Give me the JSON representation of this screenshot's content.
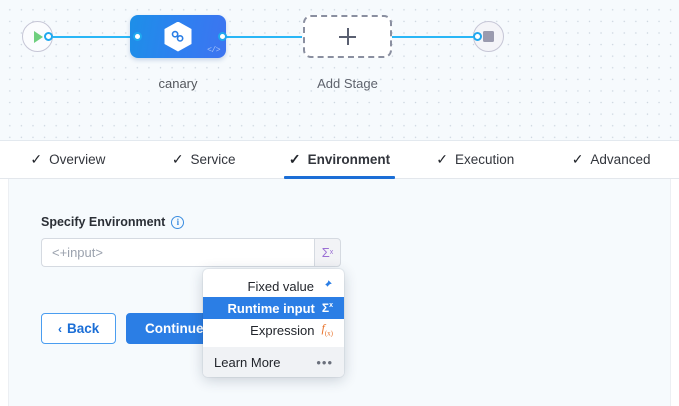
{
  "canvas": {
    "start_node": {
      "icon": "play-icon"
    },
    "end_node": {
      "icon": "stop-icon"
    },
    "stage": {
      "label": "canary",
      "icon": "service-hexagon-icon",
      "code_glyph": "</>"
    },
    "add_stage": {
      "label": "Add Stage",
      "icon": "plus-icon"
    }
  },
  "tabs": [
    {
      "label": "Overview",
      "check": "✓",
      "active": false
    },
    {
      "label": "Service",
      "check": "✓",
      "active": false
    },
    {
      "label": "Environment",
      "check": "✓",
      "active": true
    },
    {
      "label": "Execution",
      "check": "✓",
      "active": false
    },
    {
      "label": "Advanced",
      "check": "✓",
      "active": false
    }
  ],
  "form": {
    "field_label": "Specify Environment",
    "info_icon_char": "i",
    "input_value": "<+input>",
    "input_placeholder": "<+input>",
    "sigma_symbol": "Σ",
    "sigma_superscript": "x"
  },
  "buttons": {
    "back_label": "Back",
    "back_chevron": "‹",
    "continue_label": "Continue"
  },
  "dropdown": {
    "items": [
      {
        "label": "Fixed value",
        "icon": "pin-icon",
        "glyph": "✐",
        "selected": false
      },
      {
        "label": "Runtime input",
        "icon": "sigma-icon",
        "glyph": "Σ",
        "selected": true
      },
      {
        "label": "Expression",
        "icon": "function-icon",
        "glyph": "f",
        "selected": false
      }
    ],
    "footer": {
      "label": "Learn More",
      "more_icon": "•••"
    }
  },
  "colors": {
    "accent_blue": "#2b7ee5",
    "tab_underline": "#1b6ed6",
    "wire": "#29b6f6",
    "sigma_purple": "#9b6fd4",
    "expression_orange": "#e8722a",
    "play_green": "#6fcf7e",
    "canvas_bg": "#f6fafd"
  }
}
